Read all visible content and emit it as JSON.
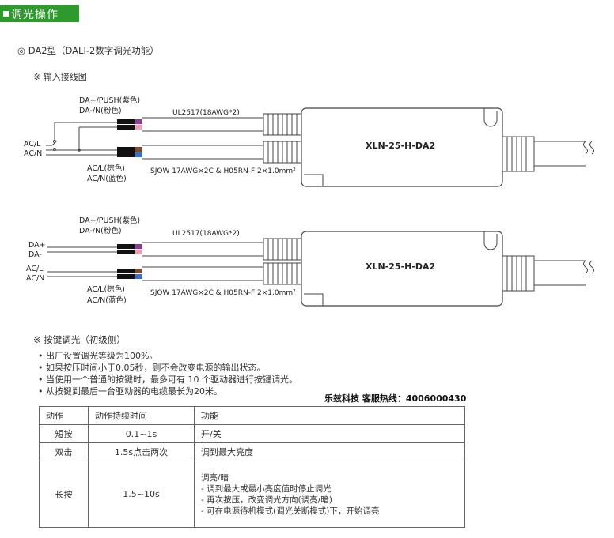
{
  "header": {
    "title": "调光操作"
  },
  "section1": {
    "title": "◎ DA2型（DALI-2数字调光功能）"
  },
  "wiring": {
    "title": "※ 输入接线图"
  },
  "diagram1": {
    "da_push_label": "DA+/PUSH(紫色)",
    "dan_label": "DA-/N(粉色)",
    "ul_label": "UL2517(18AWG*2)",
    "acl_left": "AC/L",
    "acn_left": "AC/N",
    "acl_color": "AC/L(棕色)",
    "acn_color": "AC/N(蓝色)",
    "sjow_label": "SJOW 17AWG×2C & H05RN-F  2×1.0mm²",
    "model": "XLN-25-H-DA2"
  },
  "diagram2": {
    "da_push_label": "DA+/PUSH(紫色)",
    "dan_label": "DA-/N(粉色)",
    "ul_label": "UL2517(18AWG*2)",
    "da_plus_left": "DA+",
    "da_minus_left": "DA-",
    "acl_left": "AC/L",
    "acn_left": "AC/N",
    "acl_color": "AC/L(棕色)",
    "acn_color": "AC/N(蓝色)",
    "sjow_label": "SJOW 17AWG×2C & H05RN-F  2×1.0mm²",
    "model": "XLN-25-H-DA2"
  },
  "push_dim": {
    "title": "※ 按键调光（初级侧）",
    "bullets": [
      "• 出厂设置调光等级为100%。",
      "• 如果按压时间小于0.05秒，则不会改变电源的输出状态。",
      "• 当使用一个普通的按键时，最多可有 10 个驱动器进行按键调光。",
      "• 从按键到最后一台驱动器的电缆最长为20米。"
    ]
  },
  "hotline": "乐兹科技 客服热线：4006000430",
  "table": {
    "headers": [
      "动作",
      "动作持续时间",
      "功能"
    ],
    "rows": [
      {
        "action": "短按",
        "duration": "0.1~1s",
        "function": [
          "开/关"
        ]
      },
      {
        "action": "双击",
        "duration": "1.5s点击两次",
        "function": [
          "调到最大亮度"
        ]
      },
      {
        "action": "长按",
        "duration": "1.5~10s",
        "function": [
          "调亮/暗",
          "- 调到最大或最小亮度值时停止调光",
          "- 再次按压，改变调光方向(调亮/暗)",
          "- 可在电源待机模式(调光关断模式)下，开始调亮"
        ]
      }
    ]
  },
  "colors": {
    "header_bg": "#2e9a2e",
    "wire_purple": "#8a3f8f",
    "wire_pink": "#e8a0b8",
    "wire_brown": "#7a4a2a",
    "wire_blue": "#3a6fd0"
  }
}
